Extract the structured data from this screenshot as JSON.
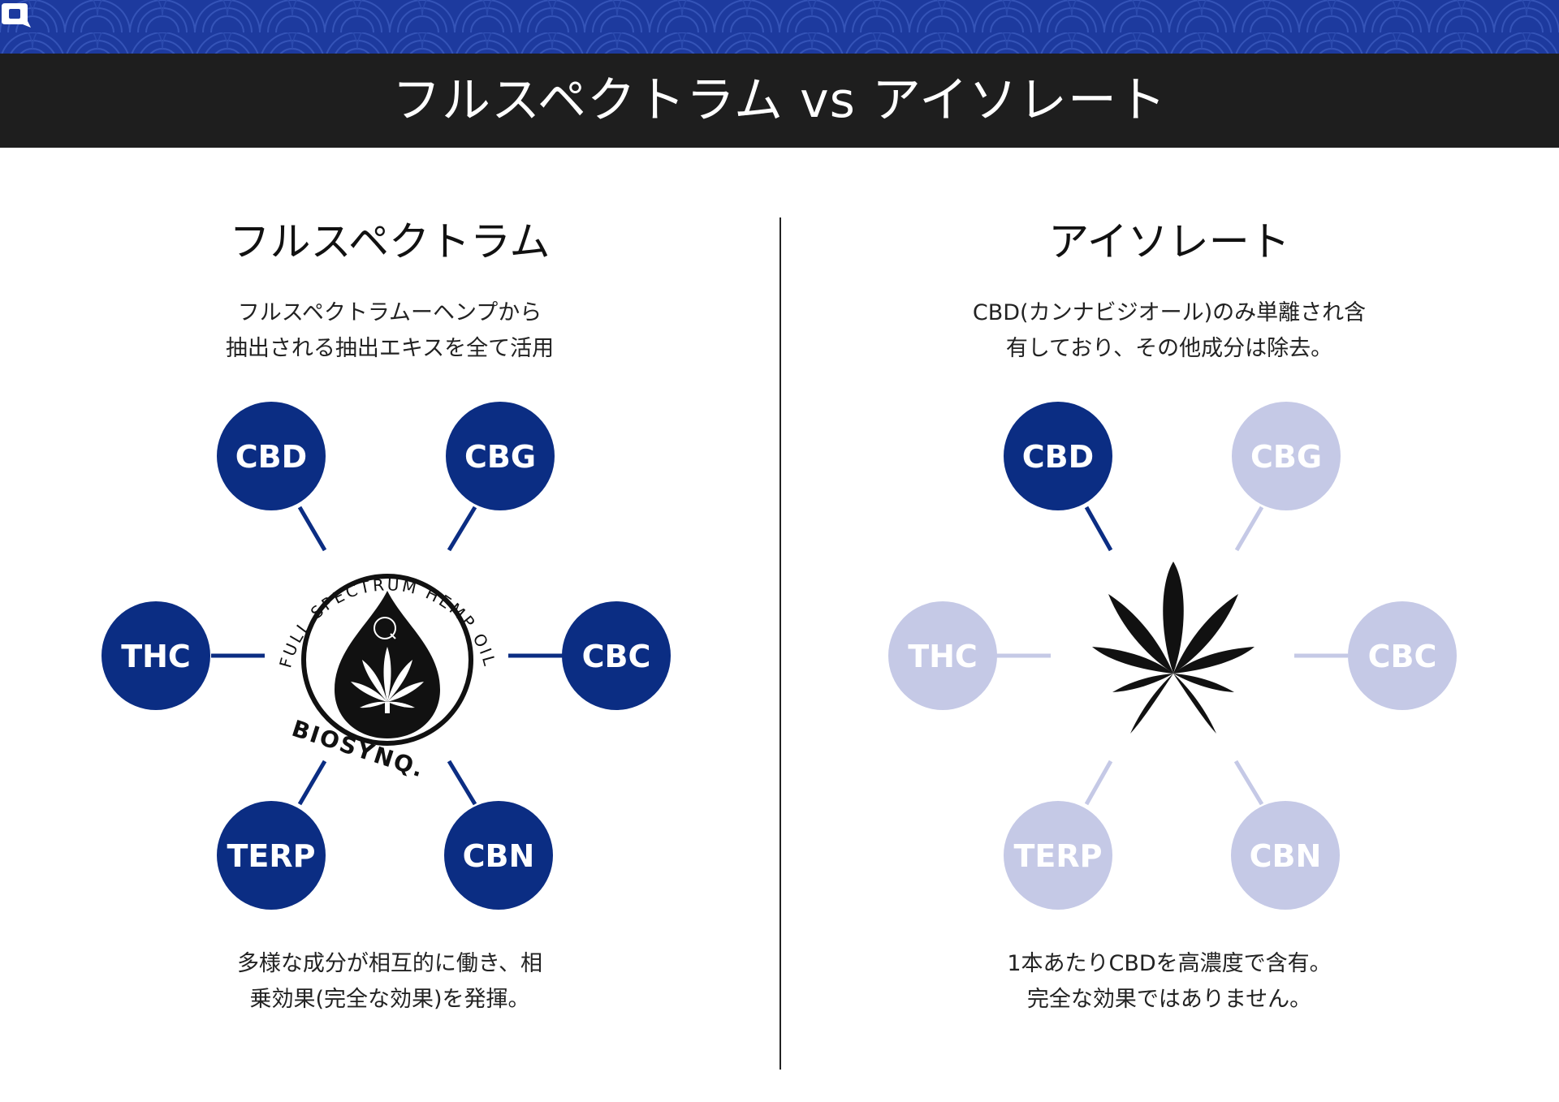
{
  "header": {
    "title": "フルスペクトラム vs アイソレート"
  },
  "left": {
    "title": "フルスペクトラム",
    "description": [
      "フルスペクトラムーヘンプから",
      "抽出される抽出エキスを全て活用"
    ],
    "footer": [
      "多様な成分が相互的に働き、相",
      "乗効果(完全な効果)を発揮。"
    ],
    "badge_top_text": "FULL SPECTRUM HEMP OIL",
    "badge_brand": "BIOSYNQ."
  },
  "right": {
    "title": "アイソレート",
    "description": [
      "CBD(カンナビジオール)のみ単離され含",
      "有しており、その他成分は除去。"
    ],
    "footer": [
      "1本あたりCBDを高濃度で含有。",
      "完全な効果ではありません。"
    ]
  },
  "nodes": [
    "CBD",
    "CBG",
    "CBC",
    "CBN",
    "TERP",
    "THC"
  ],
  "colors": {
    "primary_blue": "#0b2d83",
    "faded_blue": "#c5c9e6",
    "banner_blue": "#1d3a9e",
    "title_bar": "#1e1e1e"
  },
  "icons": {
    "logo": "q-logo-icon",
    "center_left": "hemp-oil-drop-icon",
    "center_right": "cannabis-leaf-icon"
  }
}
